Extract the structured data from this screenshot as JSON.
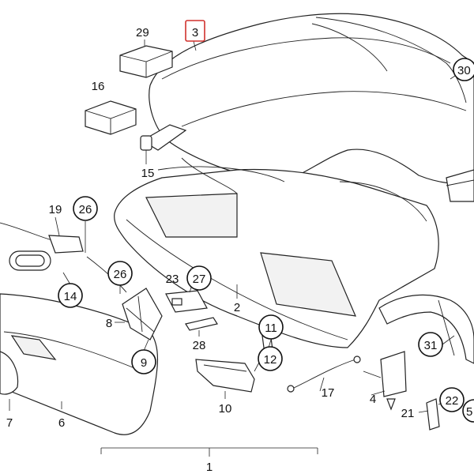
{
  "highlight_color": "#d0312d",
  "callouts": {
    "c1": "1",
    "c2": "2",
    "c3": "3",
    "c4": "4",
    "c6": "6",
    "c7": "7",
    "c8": "8",
    "c9": "9",
    "c10": "10",
    "c11": "11",
    "c12": "12",
    "c14": "14",
    "c15": "15",
    "c16": "16",
    "c17": "17",
    "c19": "19",
    "c21": "21",
    "c22": "22",
    "c23": "23",
    "c26a": "26",
    "c26b": "26",
    "c27": "27",
    "c28": "28",
    "c29": "29",
    "c30": "30",
    "c31": "31",
    "c32": "5"
  }
}
